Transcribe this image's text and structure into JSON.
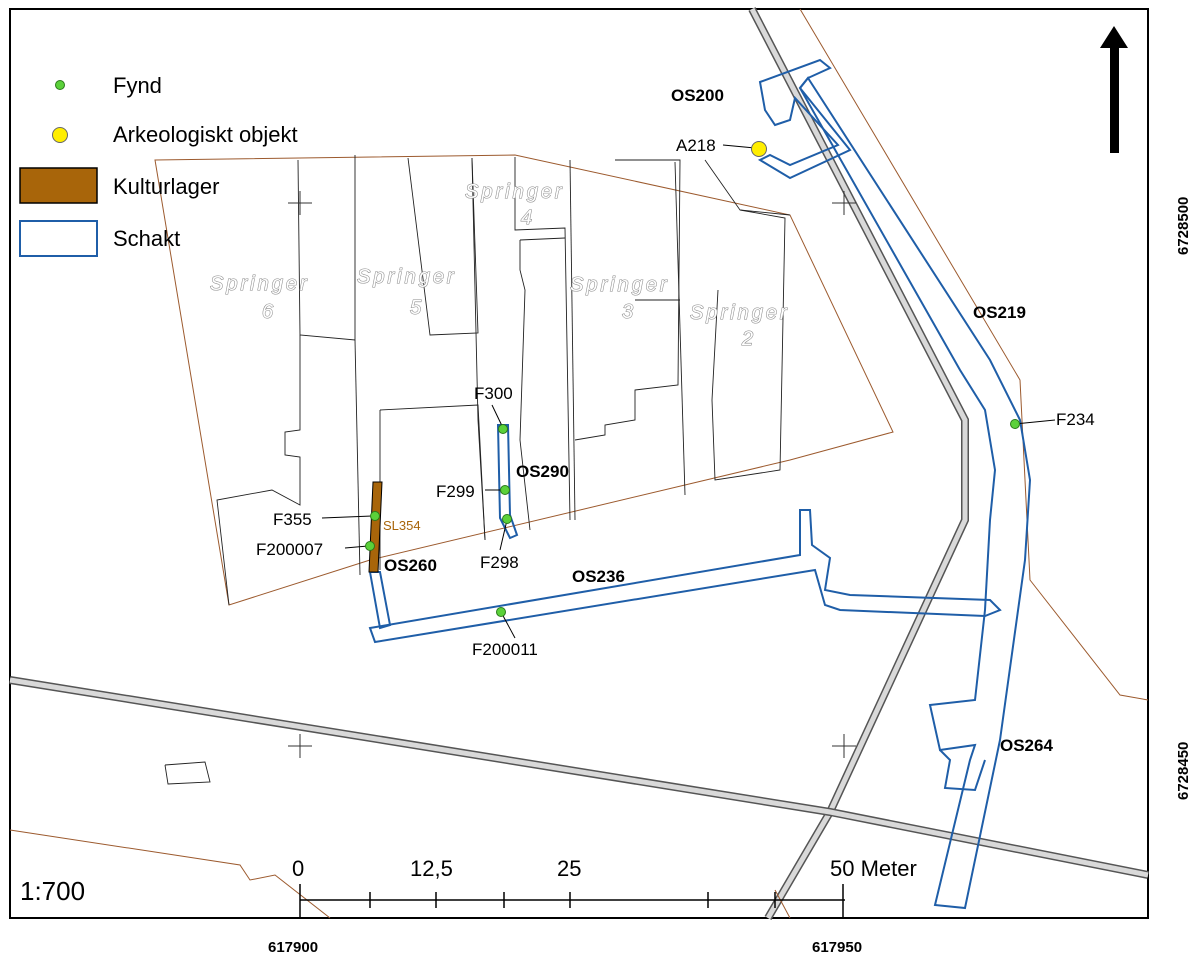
{
  "legend": {
    "fynd": "Fynd",
    "arkeologiskt_objekt": "Arkeologiskt objekt",
    "kulturlager": "Kulturlager",
    "schakt": "Schakt"
  },
  "colors": {
    "fynd": "#5bd13a",
    "objekt": "#ffee00",
    "kulturlager": "#a8650a",
    "schakt": "#1f5ea8",
    "property": "#9c5a2e",
    "road": "#c8c8c8"
  },
  "scale": {
    "ratio": "1:700",
    "ticks": [
      "0",
      "12,5",
      "25",
      "50 Meter"
    ]
  },
  "coords": {
    "x1": "617900",
    "x2": "617950",
    "y1": "6728500",
    "y2": "6728450"
  },
  "springer": {
    "s2": "Springer",
    "s2n": "2",
    "s3": "Springer",
    "s3n": "3",
    "s4": "Springer",
    "s4n": "4",
    "s5": "Springer",
    "s5n": "5",
    "s6": "Springer",
    "s6n": "6"
  },
  "trenches": {
    "os200": "OS200",
    "os219": "OS219",
    "os236": "OS236",
    "os260": "OS260",
    "os264": "OS264",
    "os290": "OS290"
  },
  "finds": {
    "f234": "F234",
    "f298": "F298",
    "f299": "F299",
    "f300": "F300",
    "f355": "F355",
    "f200007": "F200007",
    "f200011": "F200011"
  },
  "objects": {
    "a218": "A218"
  },
  "layers": {
    "sl354": "SL354"
  },
  "north_arrow": "north-arrow-icon"
}
